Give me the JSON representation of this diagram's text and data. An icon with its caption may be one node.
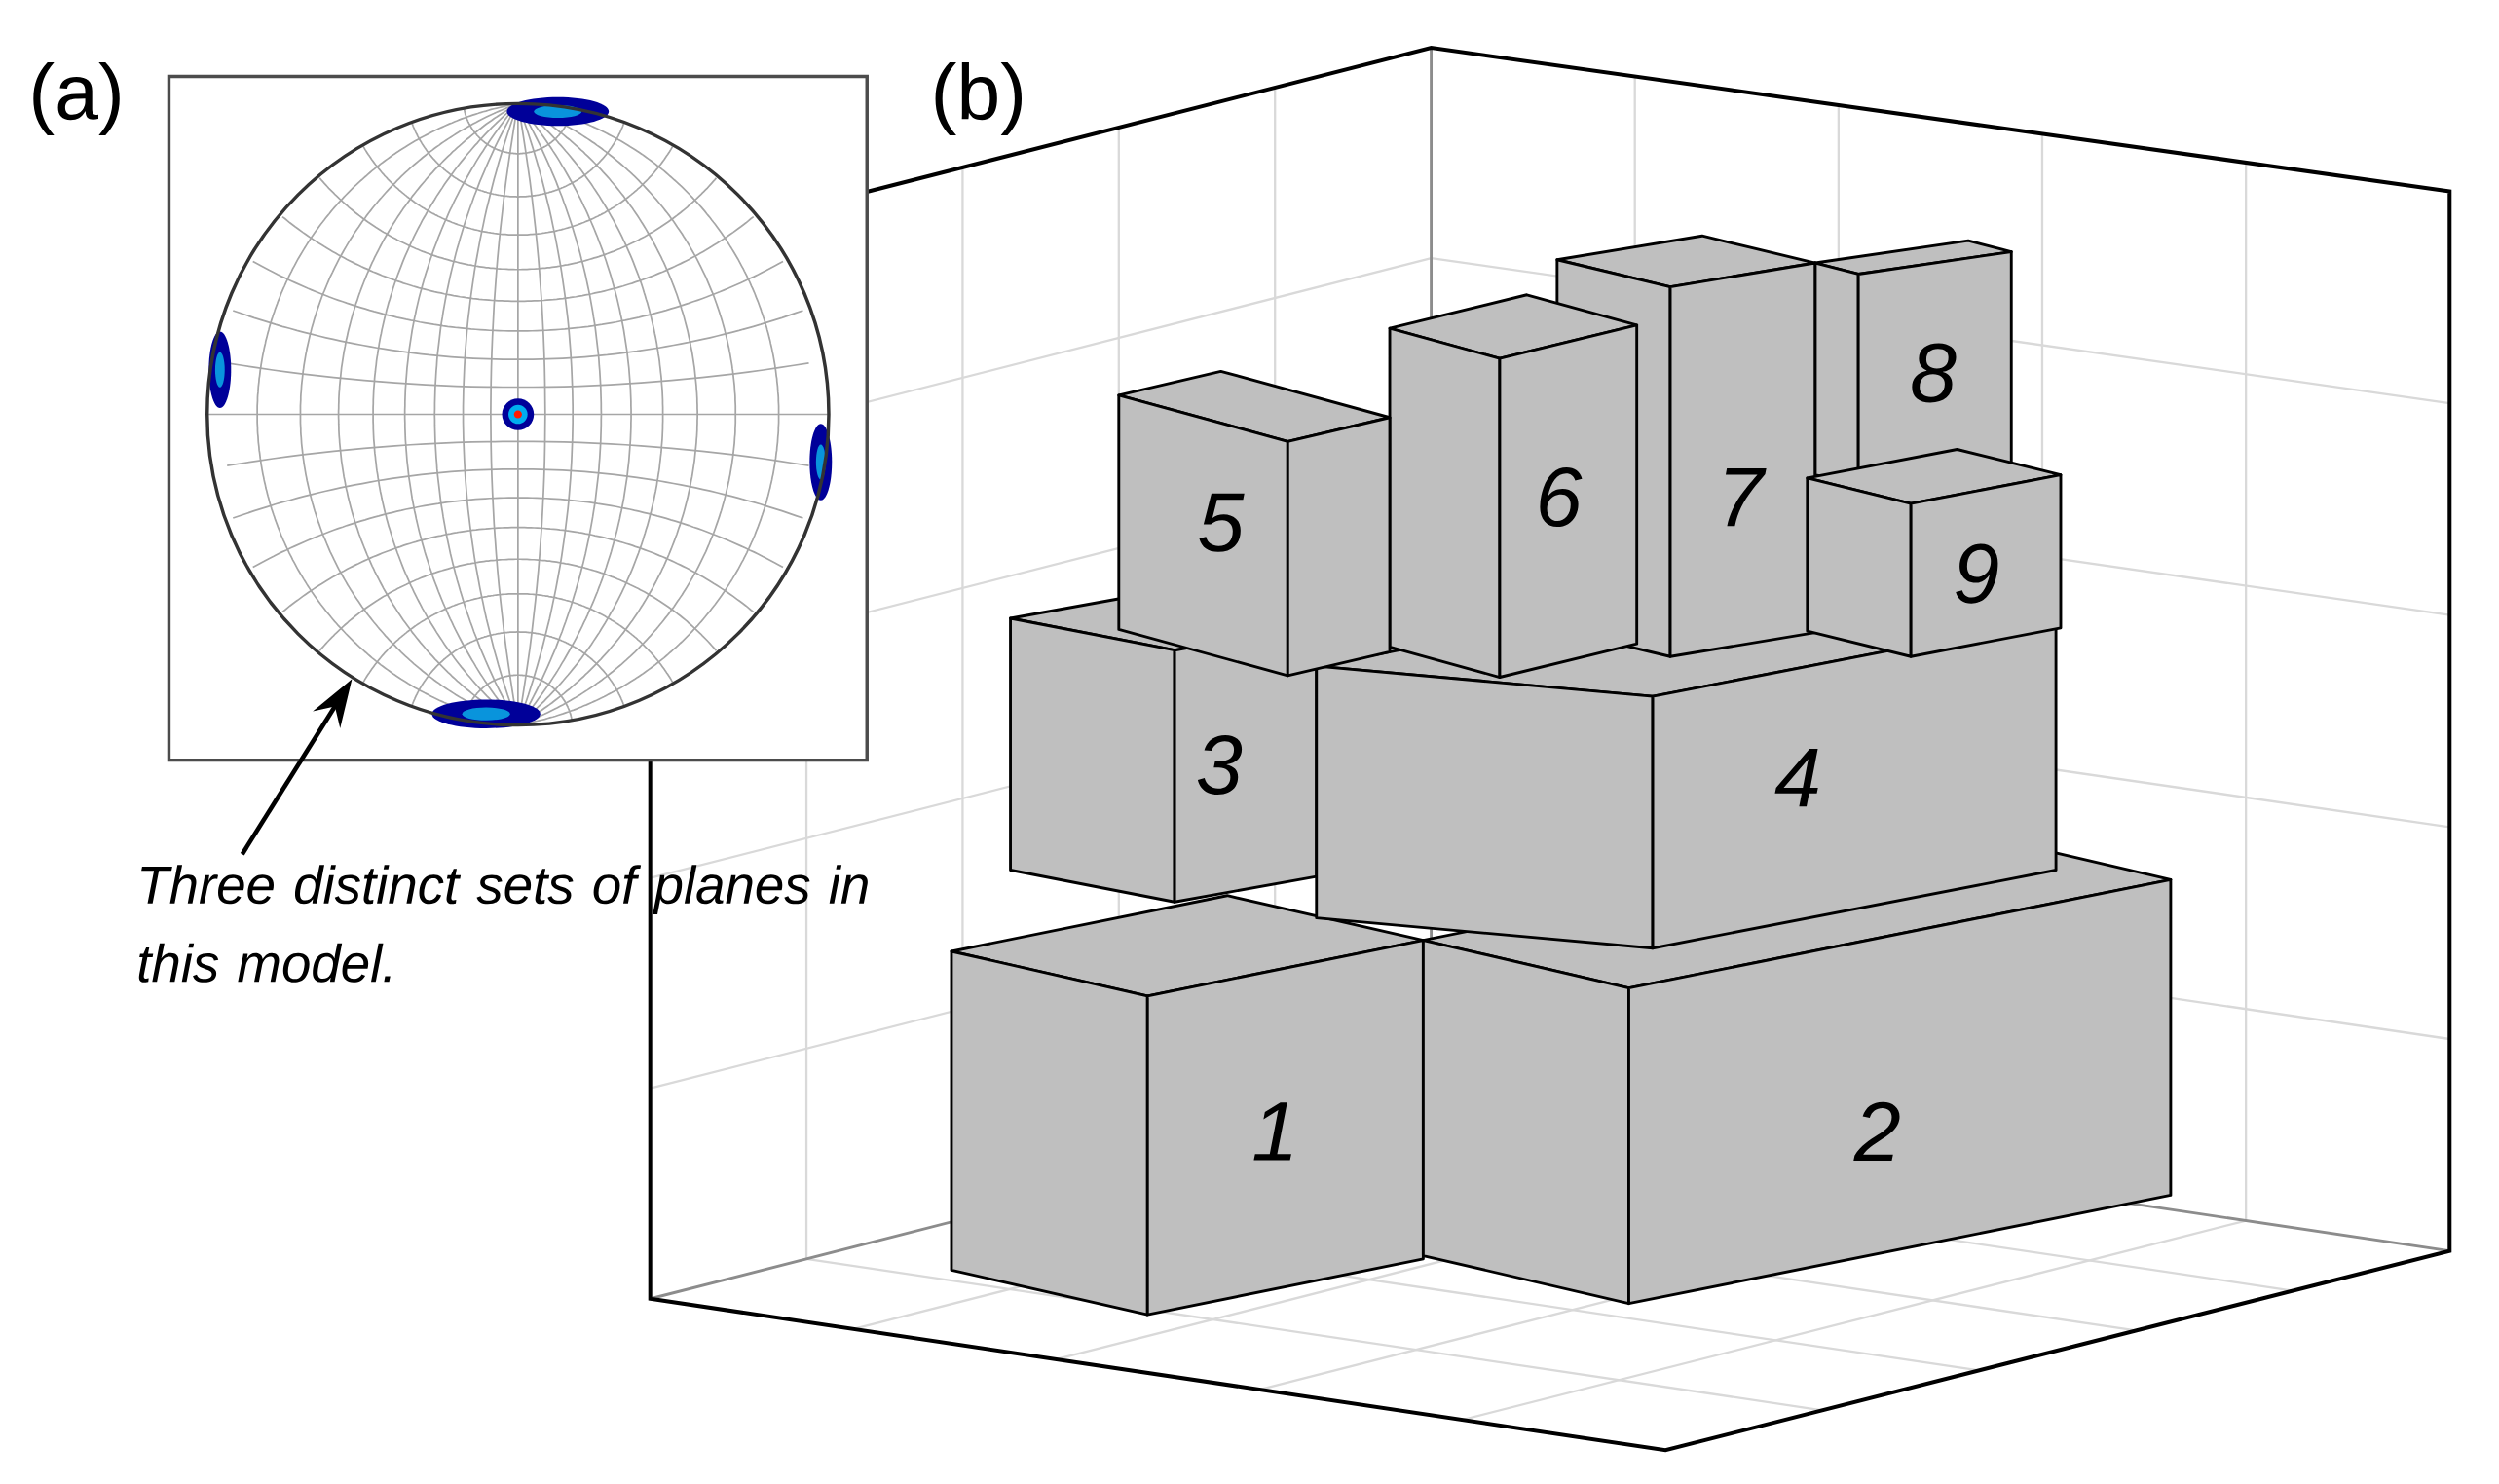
{
  "diagram": {
    "nodes": [
      {
        "text": [],
        "shape": "circle"
      },
      {
        "text": [
          "Three distinct sets of planes in this model."
        ]
      },
      {
        "text": [
          "1"
        ]
      },
      {
        "text": [
          "2"
        ]
      },
      {
        "text": [
          "3"
        ]
      },
      {
        "text": [
          "4"
        ]
      },
      {
        "text": [
          "5"
        ]
      },
      {
        "text": [
          "6"
        ]
      },
      {
        "text": [
          "7"
        ]
      },
      {
        "text": [
          "8"
        ]
      },
      {
        "text": [
          "9"
        ]
      }
    ],
    "edges": [
      {
        "from": 1,
        "to": 0,
        "arrow": "to"
      }
    ],
    "labels": [
      "(a)",
      "(b)"
    ]
  }
}
